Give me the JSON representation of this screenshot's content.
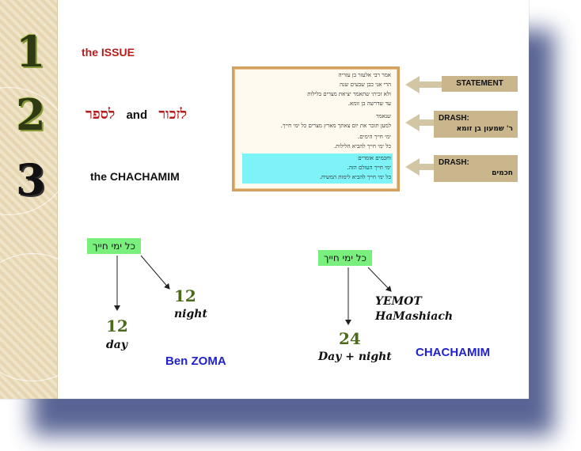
{
  "sidebar": {
    "numbers": [
      "1",
      "2",
      "3"
    ]
  },
  "topics": {
    "issue": "the ISSUE",
    "lizkor": "לזכור",
    "and": "and",
    "lesaper": "לספר",
    "chachamim": "the CHACHAMIM"
  },
  "source_text": {
    "lines": [
      "אמר רבי אלעזר בן עזריה",
      "הרי אני כבן שבעים שנה",
      "ולא זכיתי שתאמר יציאת מצרים בלילות",
      "עד שדרשה בן זומא.",
      "שנאמר",
      "למען תזכר את יום צאתך מארץ מצרים כל ימי חייך.",
      "ימי חייך הימים.",
      "כל ימי חייך להביא הלילות.",
      "וחכמים אומרים",
      "ימי חייך העולם הזה.",
      "כל ימי חייך להביא לימות המשיח."
    ]
  },
  "labels": {
    "statement": "STATEMENT",
    "drash1_title": "DRASH:",
    "drash1_sub": "ר' שמעון בן זומא",
    "drash2_title": "DRASH:",
    "drash2_sub": "חכמים"
  },
  "diagram_left": {
    "box": "כל ימי חייך",
    "night_num": "12",
    "night_word": "night",
    "day_num": "12",
    "day_word": "day",
    "caption": "Ben ZOMA"
  },
  "diagram_right": {
    "box": "כל ימי חייך",
    "line1": "YEMOT",
    "line2": "HaMashiach",
    "num": "24",
    "words": "Day + night",
    "caption": "CHACHAMIM"
  },
  "colors": {
    "accent_red": "#b71c1c",
    "highlight_cyan": "#7ef3f7",
    "box_green": "#79f07e",
    "label_tan": "#c9b68d",
    "blue": "#2222cc"
  }
}
